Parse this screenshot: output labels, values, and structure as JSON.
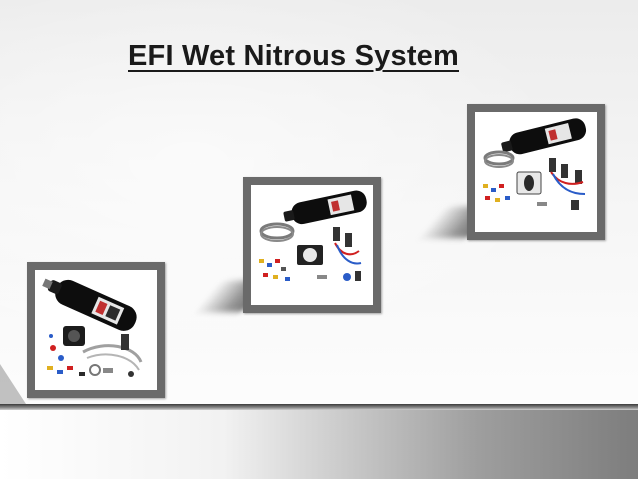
{
  "slide": {
    "title": "EFI Wet Nitrous System"
  },
  "images": [
    {
      "name": "nitrous-kit-photo-1",
      "description_icon": "nitrous-bottle-kit-image"
    },
    {
      "name": "nitrous-kit-photo-2",
      "description_icon": "nitrous-bottle-kit-image"
    },
    {
      "name": "nitrous-kit-photo-3",
      "description_icon": "nitrous-bottle-kit-image"
    }
  ],
  "colors": {
    "title": "#1a1a1a",
    "frame": "#6a6a6a",
    "bottle": "#0d0d0d",
    "accent_red": "#d02020",
    "accent_blue": "#2a5cc8",
    "hose_gray": "#9a9a9a"
  }
}
